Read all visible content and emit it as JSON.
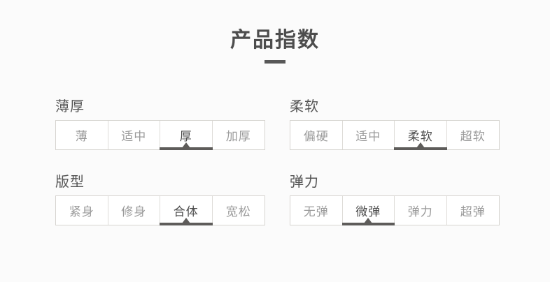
{
  "header": {
    "title": "产品指数",
    "rule_color": "#585858"
  },
  "theme": {
    "background": "#fbfbfb",
    "cell_background": "#ffffff",
    "border": "#d6d4d0",
    "divider": "#dedcd8",
    "text_muted": "#9a9a9a",
    "text_selected": "#4a4a4a",
    "marker": "#5e5c5a"
  },
  "groups": [
    {
      "label": "薄厚",
      "selected_index": 2,
      "options": [
        {
          "label": "薄"
        },
        {
          "label": "适中"
        },
        {
          "label": "厚"
        },
        {
          "label": "加厚"
        }
      ]
    },
    {
      "label": "柔软",
      "selected_index": 2,
      "options": [
        {
          "label": "偏硬"
        },
        {
          "label": "适中"
        },
        {
          "label": "柔软"
        },
        {
          "label": "超软"
        }
      ]
    },
    {
      "label": "版型",
      "selected_index": 2,
      "options": [
        {
          "label": "紧身"
        },
        {
          "label": "修身"
        },
        {
          "label": "合体"
        },
        {
          "label": "宽松"
        }
      ]
    },
    {
      "label": "弹力",
      "selected_index": 1,
      "options": [
        {
          "label": "无弹"
        },
        {
          "label": "微弹"
        },
        {
          "label": "弹力"
        },
        {
          "label": "超弹"
        }
      ]
    }
  ]
}
